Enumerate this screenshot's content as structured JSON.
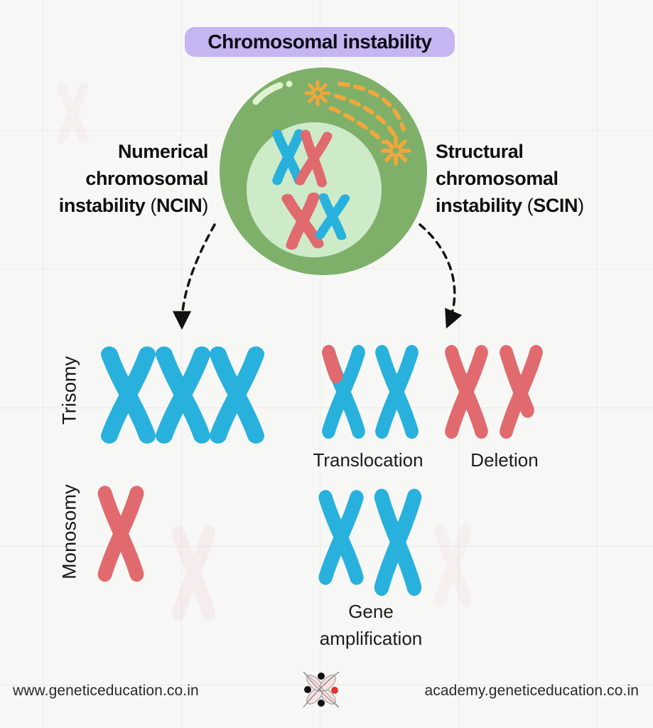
{
  "title": "Chromosomal instability",
  "colors": {
    "background": "#f7f8f6",
    "lavender": "#c5b5f1",
    "cell_green": "#7fb069",
    "nucleus_green": "#cdebc9",
    "chromosome_blue": "#28b1dd",
    "chromosome_red": "#e16a6e",
    "orange": "#f0a73c",
    "logo_red": "#e8302e"
  },
  "branches": {
    "numerical": {
      "line1": "Numerical",
      "line2": "chromosomal",
      "line3_word": "instability",
      "open_paren": "(",
      "abbr": "NCIN",
      "close_paren": ")"
    },
    "structural": {
      "line1": "Structural",
      "line2": "chromosomal",
      "line3_word": "instability",
      "open_paren": "(",
      "abbr": "SCIN",
      "close_paren": ")"
    }
  },
  "numerical_examples": [
    {
      "label": "Trisomy",
      "chromosome_count": 3,
      "chromosome_color": "blue"
    },
    {
      "label": "Monosomy",
      "chromosome_count": 1,
      "chromosome_color": "red"
    }
  ],
  "structural_examples": [
    {
      "label": "Translocation",
      "chromosome_count": 2,
      "chromosome_color": "blue",
      "note": "one chromosome carries red translocated tip"
    },
    {
      "label": "Deletion",
      "chromosome_count": 2,
      "chromosome_color": "red",
      "note": "one chromosome has shortened arm"
    },
    {
      "label": "Gene amplification",
      "chromosome_count": 2,
      "chromosome_color": "blue",
      "note": "one chromosome enlarged"
    }
  ],
  "icons": {
    "cell": "cell-with-nucleus-illustration",
    "stars": "orange-burst-icon",
    "arrows": "dashed-curved-arrow",
    "logo": "dna-flower-logo"
  },
  "footer": {
    "left_url": "www.geneticeducation.co.in",
    "right_url": "academy.geneticeducation.co.in"
  }
}
